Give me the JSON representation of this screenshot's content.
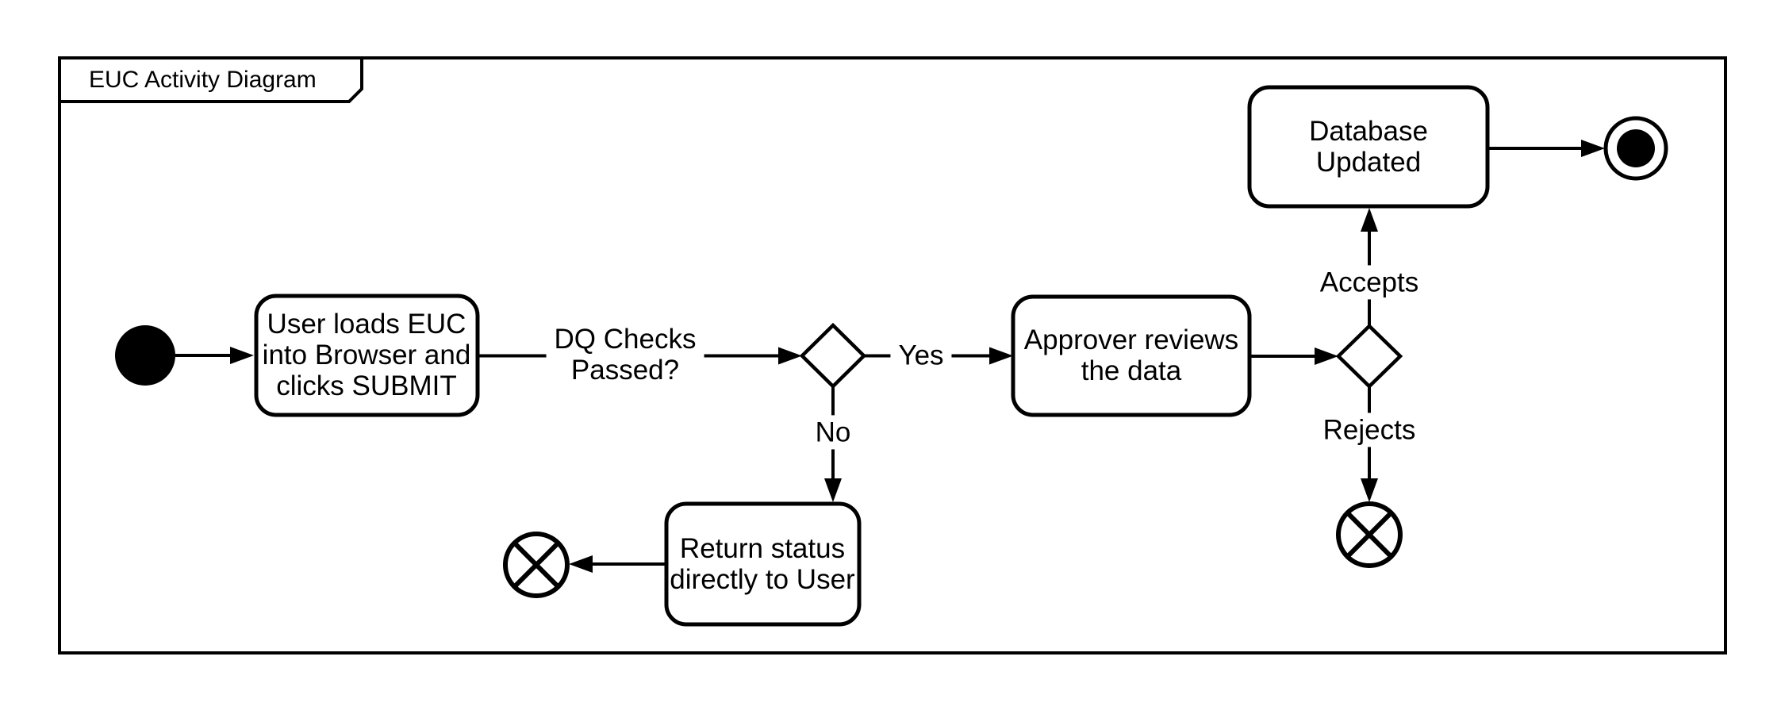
{
  "diagram": {
    "title": "EUC Activity Diagram",
    "colors": {
      "stroke": "#000000",
      "background": "#ffffff"
    },
    "nodes": {
      "start": {
        "type": "initial-node"
      },
      "load_euc": {
        "label": "User loads EUC\ninto Browser and\nclicks SUBMIT"
      },
      "dq_decision": {
        "type": "decision"
      },
      "approver_reviews": {
        "label": "Approver reviews\nthe data"
      },
      "approval_decision": {
        "type": "decision"
      },
      "database_updated": {
        "label": "Database\nUpdated"
      },
      "return_status": {
        "label": "Return status\ndirectly to User"
      },
      "activity_final": {
        "type": "activity-final-node"
      },
      "flow_final_left": {
        "type": "flow-final-node"
      },
      "flow_final_right": {
        "type": "flow-final-node"
      }
    },
    "edges": {
      "dq_checks": {
        "label": "DQ Checks\nPassed?"
      },
      "yes": {
        "label": "Yes"
      },
      "no": {
        "label": "No"
      },
      "accepts": {
        "label": "Accepts"
      },
      "rejects": {
        "label": "Rejects"
      }
    }
  }
}
